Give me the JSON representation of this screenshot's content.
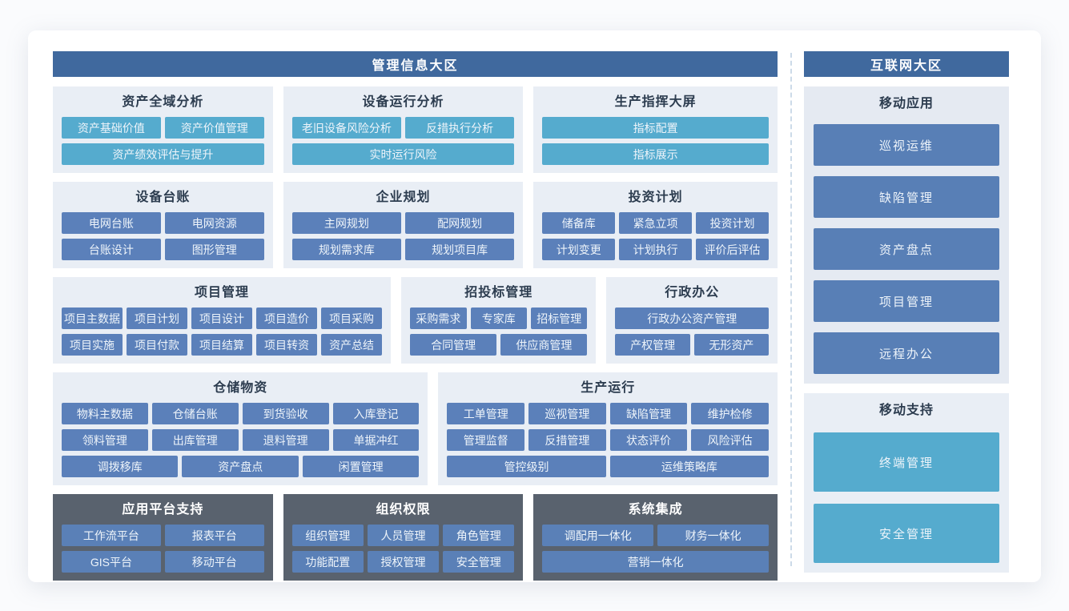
{
  "colors": {
    "zone_header_blue": "#40699e",
    "module_teal": "#55abce",
    "module_blue": "#5b80ba",
    "dark_panel_gray": "#59626e",
    "light_panel": "#e9eef5",
    "divider_dashed": "#ccdae8"
  },
  "zones": {
    "management": {
      "title": "管理信息大区",
      "rows": [
        {
          "sections": [
            {
              "title": "资产全域分析",
              "variant": "light",
              "button_color": "teal",
              "button_rows": [
                [
                  "资产基础价值",
                  "资产价值管理"
                ],
                [
                  "资产绩效评估与提升"
                ]
              ]
            },
            {
              "title": "设备运行分析",
              "variant": "light",
              "button_color": "teal",
              "button_rows": [
                [
                  "老旧设备风险分析",
                  "反措执行分析"
                ],
                [
                  "实时运行风险"
                ]
              ]
            },
            {
              "title": "生产指挥大屏",
              "variant": "light",
              "button_color": "teal",
              "button_rows": [
                [
                  "指标配置"
                ],
                [
                  "指标展示"
                ]
              ]
            }
          ]
        },
        {
          "sections": [
            {
              "title": "设备台账",
              "variant": "light",
              "button_color": "blue",
              "button_rows": [
                [
                  "电网台账",
                  "电网资源"
                ],
                [
                  "台账设计",
                  "图形管理"
                ]
              ]
            },
            {
              "title": "企业规划",
              "variant": "light",
              "button_color": "blue",
              "button_rows": [
                [
                  "主网规划",
                  "配网规划"
                ],
                [
                  "规划需求库",
                  "规划项目库"
                ]
              ]
            },
            {
              "title": "投资计划",
              "variant": "light",
              "button_color": "blue",
              "button_rows": [
                [
                  "储备库",
                  "紧急立项",
                  "投资计划"
                ],
                [
                  "计划变更",
                  "计划执行",
                  "评价后评估"
                ]
              ]
            }
          ]
        },
        {
          "sections": [
            {
              "title": "项目管理",
              "variant": "light",
              "button_color": "blue",
              "button_rows": [
                [
                  "项目主数据",
                  "项目计划",
                  "项目设计",
                  "项目造价",
                  "项目采购"
                ],
                [
                  "项目实施",
                  "项目付款",
                  "项目结算",
                  "项目转资",
                  "资产总结"
                ]
              ]
            },
            {
              "title": "招投标管理",
              "variant": "light",
              "button_color": "blue",
              "button_rows": [
                [
                  "采购需求",
                  "专家库",
                  "招标管理"
                ],
                [
                  "合同管理",
                  "供应商管理"
                ]
              ]
            },
            {
              "title": "行政办公",
              "variant": "light",
              "button_color": "blue",
              "button_rows": [
                [
                  "行政办公资产管理"
                ],
                [
                  "产权管理",
                  "无形资产"
                ]
              ]
            }
          ]
        },
        {
          "sections": [
            {
              "title": "仓储物资",
              "variant": "light",
              "button_color": "blue",
              "button_rows": [
                [
                  "物料主数据",
                  "仓储台账",
                  "到货验收",
                  "入库登记"
                ],
                [
                  "领料管理",
                  "出库管理",
                  "退料管理",
                  "单据冲红"
                ],
                [
                  "调拨移库",
                  "资产盘点",
                  "闲置管理"
                ]
              ]
            },
            {
              "title": "生产运行",
              "variant": "light",
              "button_color": "blue",
              "button_rows": [
                [
                  "工单管理",
                  "巡视管理",
                  "缺陷管理",
                  "维护检修"
                ],
                [
                  "管理监督",
                  "反措管理",
                  "状态评价",
                  "风险评估"
                ],
                [
                  "管控级别",
                  "运维策略库"
                ]
              ]
            }
          ]
        },
        {
          "sections": [
            {
              "title": "应用平台支持",
              "variant": "dark",
              "button_color": "blue",
              "button_rows": [
                [
                  "工作流平台",
                  "报表平台"
                ],
                [
                  "GIS平台",
                  "移动平台"
                ]
              ]
            },
            {
              "title": "组织权限",
              "variant": "dark",
              "button_color": "blue",
              "button_rows": [
                [
                  "组织管理",
                  "人员管理",
                  "角色管理"
                ],
                [
                  "功能配置",
                  "授权管理",
                  "安全管理"
                ]
              ]
            },
            {
              "title": "系统集成",
              "variant": "dark",
              "button_color": "blue",
              "button_rows": [
                [
                  "调配用一体化",
                  "财务一体化"
                ],
                [
                  "营销一体化"
                ]
              ]
            }
          ]
        }
      ]
    },
    "internet": {
      "title": "互联网大区",
      "sections": [
        {
          "title": "移动应用",
          "variant": "light",
          "button_color": "blue",
          "buttons": [
            "巡视运维",
            "缺陷管理",
            "资产盘点",
            "项目管理",
            "远程办公"
          ]
        },
        {
          "title": "移动支持",
          "variant": "lighter",
          "button_color": "teal",
          "buttons": [
            "终端管理",
            "安全管理"
          ]
        }
      ]
    }
  }
}
